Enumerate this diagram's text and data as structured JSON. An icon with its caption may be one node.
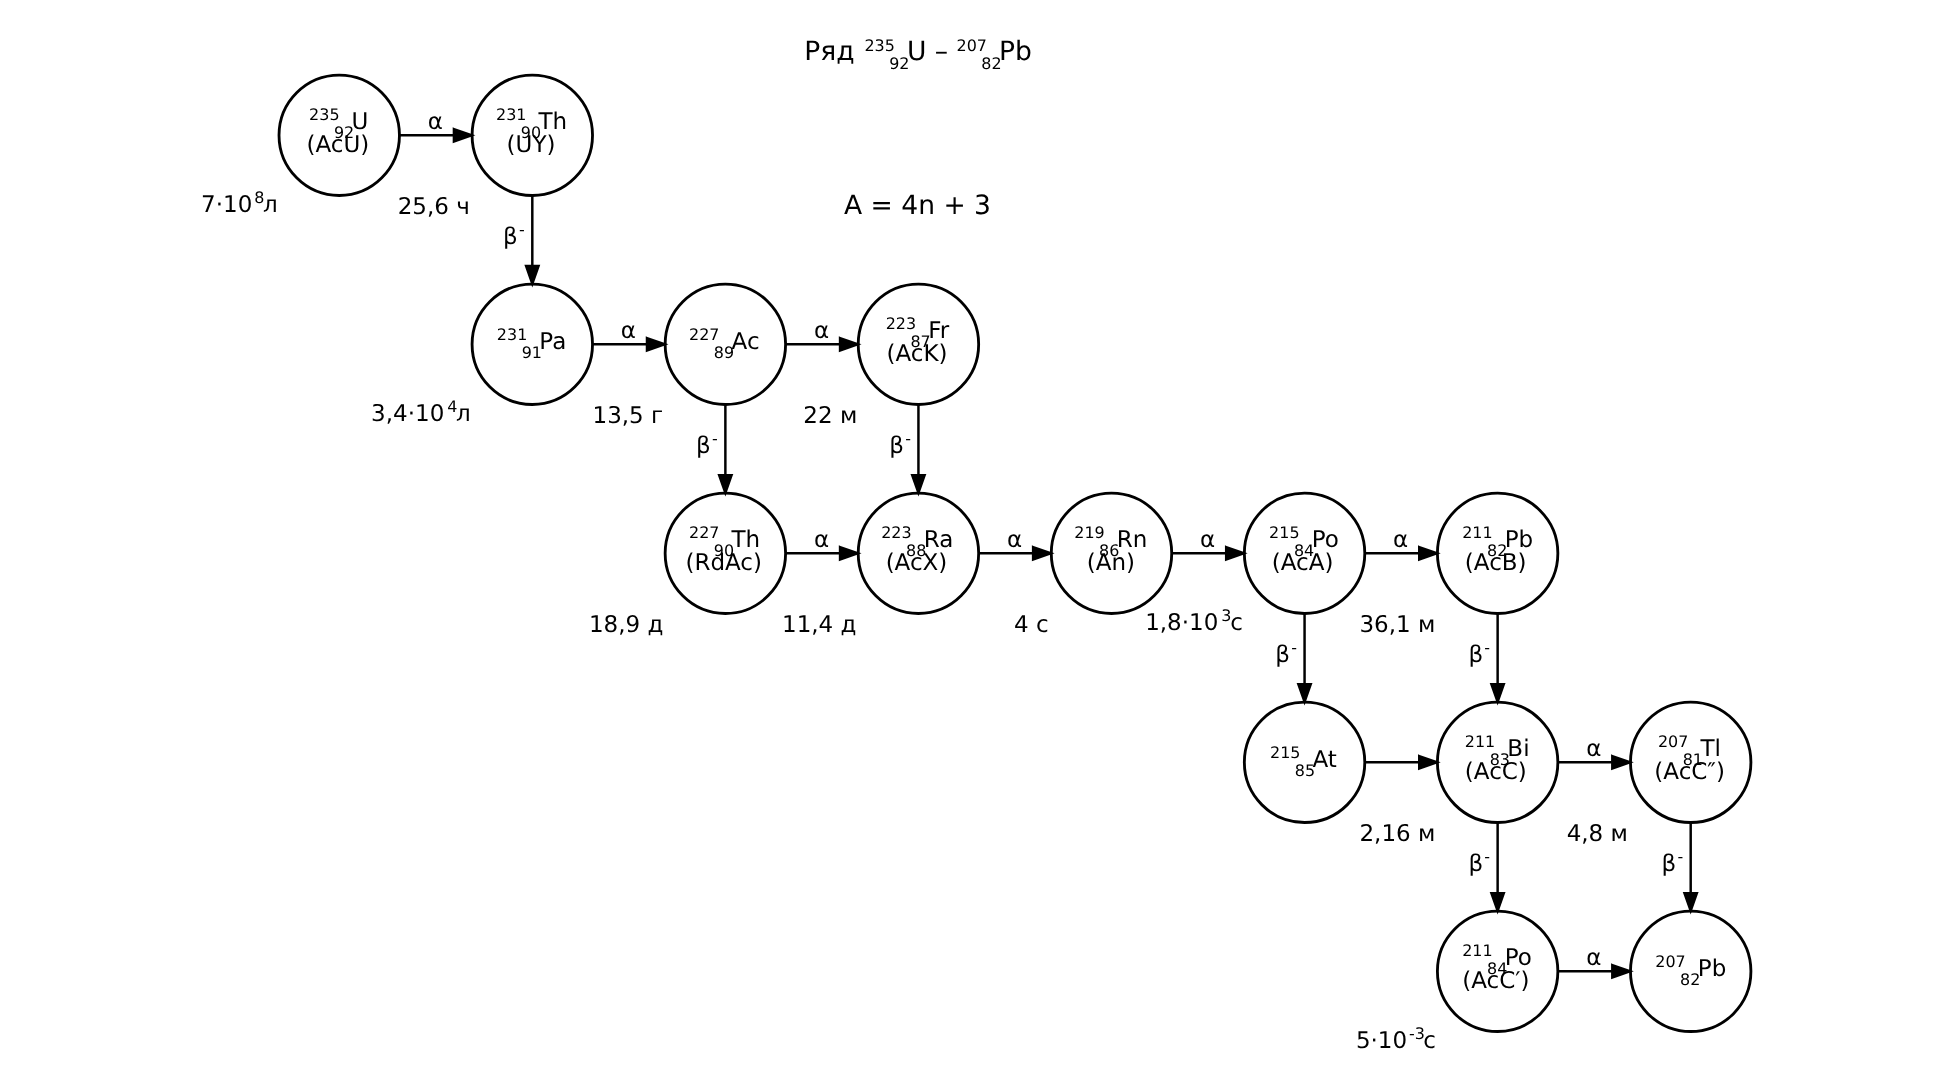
{
  "diagram": {
    "nodes": [
      {
        "text": [
          "$^{235}$$_{92}$U",
          "(AcU)"
        ],
        "beside": [
          "7·10$^{8}$л"
        ]
      },
      {
        "text": [
          "$^{231}$$_{90}$Th",
          "(UY)"
        ],
        "beside": [
          "25,6 ч"
        ]
      },
      {
        "text": [
          "$^{231}$$_{91}$Pa"
        ],
        "beside": [
          "3,4·10$^{4}$л"
        ]
      },
      {
        "text": [
          "$^{227}$$_{89}$Ac"
        ],
        "beside": [
          "13,5 г"
        ]
      },
      {
        "text": [
          "$^{223}$$_{87}$Fr",
          "(AcK)"
        ],
        "beside": [
          "22 м"
        ]
      },
      {
        "text": [
          "$^{227}$$_{90}$Th",
          "(RdAc)"
        ],
        "beside": [
          "18,9 д"
        ]
      },
      {
        "text": [
          "$^{223}$$_{88}$Ra",
          "(AcX)"
        ],
        "beside": [
          "11,4 д"
        ]
      },
      {
        "text": [
          "$^{219}$$_{86}$Rn",
          "(An)"
        ],
        "beside": [
          "4 с"
        ]
      },
      {
        "text": [
          "$^{215}$$_{84}$Po",
          "(AcA)"
        ],
        "beside": [
          "1,8·10$^{3}$с"
        ]
      },
      {
        "text": [
          "$^{211}$$_{82}$Pb",
          "(AcB)"
        ],
        "beside": [
          "36,1 м"
        ]
      },
      {
        "text": [
          "$^{215}$$_{85}$At"
        ]
      },
      {
        "text": [
          "$^{211}$$_{83}$Bi",
          "(AcC)"
        ],
        "beside": [
          "2,16 м"
        ]
      },
      {
        "text": [
          "$^{207}$$_{81}$Tl",
          "(AcC″)"
        ],
        "beside": [
          "4,8 м"
        ]
      },
      {
        "text": [
          "$^{211}$$_{84}$Po",
          "(AcC′)"
        ],
        "beside": [
          "5·10$^{-3}$с"
        ]
      },
      {
        "text": [
          "$^{207}$$_{82}$Pb"
        ]
      }
    ],
    "edges": [
      {
        "from": 0,
        "to": 1,
        "arrow": "to",
        "label": "α"
      },
      {
        "from": 1,
        "to": 2,
        "arrow": "to",
        "label": "β$^{-}$"
      },
      {
        "from": 2,
        "to": 3,
        "arrow": "to",
        "label": "α"
      },
      {
        "from": 3,
        "to": 4,
        "arrow": "to",
        "label": "α"
      },
      {
        "from": 3,
        "to": 5,
        "arrow": "to",
        "label": "β$^{-}$"
      },
      {
        "from": 4,
        "to": 6,
        "arrow": "to",
        "label": "β$^{-}$"
      },
      {
        "from": 5,
        "to": 6,
        "arrow": "to",
        "label": "α"
      },
      {
        "from": 6,
        "to": 7,
        "arrow": "to",
        "label": "α"
      },
      {
        "from": 7,
        "to": 8,
        "arrow": "to",
        "label": "α"
      },
      {
        "from": 8,
        "to": 9,
        "arrow": "to",
        "label": "α"
      },
      {
        "from": 8,
        "to": 10,
        "arrow": "to",
        "label": "β$^{-}$"
      },
      {
        "from": 9,
        "to": 11,
        "arrow": "to",
        "label": "β$^{-}$"
      },
      {
        "from": 10,
        "to": 11,
        "arrow": "to"
      },
      {
        "from": 11,
        "to": 12,
        "arrow": "to",
        "label": "α"
      },
      {
        "from": 11,
        "to": 13,
        "arrow": "to",
        "label": "β$^{-}$"
      },
      {
        "from": 12,
        "to": 14,
        "arrow": "to",
        "label": "β$^{-}$"
      },
      {
        "from": 13,
        "to": 14,
        "arrow": "to",
        "label": "α"
      }
    ],
    "labels": [
      "Ряд $^{235}$$_{92}$U – $^{207}$$_{82}$Pb",
      "A = 4n + 3"
    ]
  }
}
